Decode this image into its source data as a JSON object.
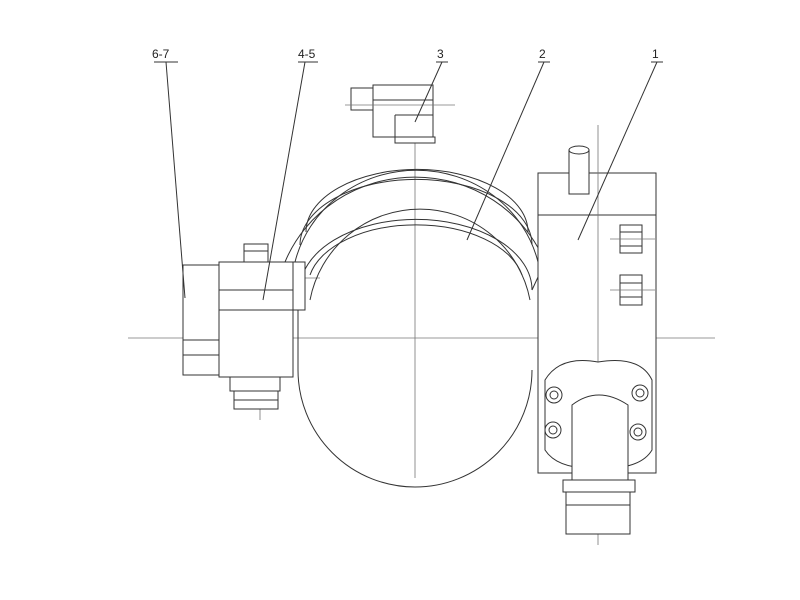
{
  "labels": {
    "part_6_7": "6-7",
    "part_4_5": "4-5",
    "part_3": "3",
    "part_2": "2",
    "part_1": "1"
  },
  "colors": {
    "line": "#333333",
    "background": "#ffffff"
  }
}
